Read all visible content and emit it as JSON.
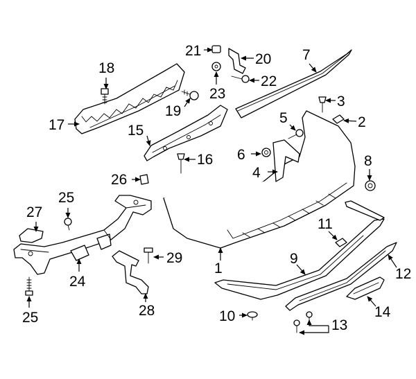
{
  "diagram": {
    "callouts": [
      {
        "id": "c1",
        "label": "1"
      },
      {
        "id": "c2",
        "label": "2"
      },
      {
        "id": "c3",
        "label": "3"
      },
      {
        "id": "c4",
        "label": "4"
      },
      {
        "id": "c5",
        "label": "5"
      },
      {
        "id": "c6",
        "label": "6"
      },
      {
        "id": "c7",
        "label": "7"
      },
      {
        "id": "c8",
        "label": "8"
      },
      {
        "id": "c9",
        "label": "9"
      },
      {
        "id": "c10",
        "label": "10"
      },
      {
        "id": "c11",
        "label": "11"
      },
      {
        "id": "c12",
        "label": "12"
      },
      {
        "id": "c13",
        "label": "13"
      },
      {
        "id": "c14",
        "label": "14"
      },
      {
        "id": "c15",
        "label": "15"
      },
      {
        "id": "c16",
        "label": "16"
      },
      {
        "id": "c17",
        "label": "17"
      },
      {
        "id": "c18",
        "label": "18"
      },
      {
        "id": "c19",
        "label": "19"
      },
      {
        "id": "c20",
        "label": "20"
      },
      {
        "id": "c21",
        "label": "21"
      },
      {
        "id": "c22",
        "label": "22"
      },
      {
        "id": "c23",
        "label": "23"
      },
      {
        "id": "c24",
        "label": "24"
      },
      {
        "id": "c25a",
        "label": "25"
      },
      {
        "id": "c25b",
        "label": "25"
      },
      {
        "id": "c26",
        "label": "26"
      },
      {
        "id": "c27",
        "label": "27"
      },
      {
        "id": "c28",
        "label": "28"
      },
      {
        "id": "c29",
        "label": "29"
      }
    ]
  }
}
